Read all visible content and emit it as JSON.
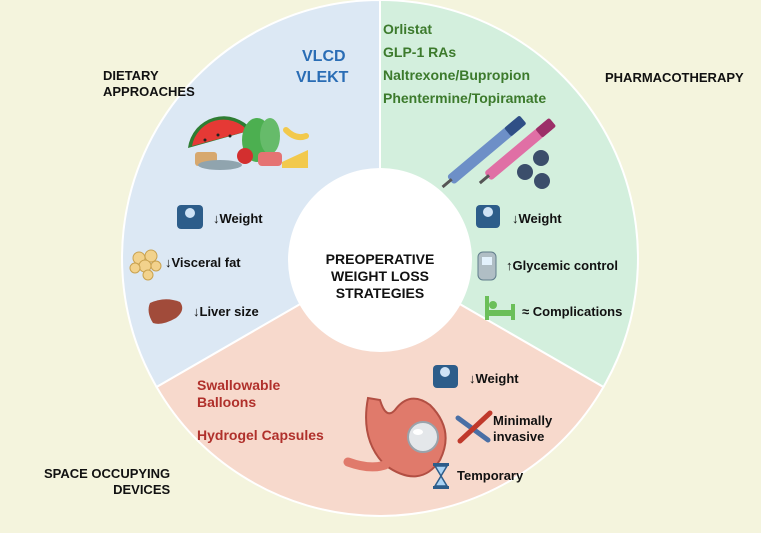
{
  "colors": {
    "background": "#f4f4dd",
    "dietary_fill": "#dce8f4",
    "pharma_fill": "#d3efdd",
    "devices_fill": "#f7d9cc",
    "ring_stroke": "#ffffff",
    "dietary_text": "#2a6db5",
    "pharma_text": "#3c7a2c",
    "devices_text": "#b0302b"
  },
  "center": {
    "line1": "PREOPERATIVE",
    "line2": "WEIGHT LOSS",
    "line3": "STRATEGIES"
  },
  "dietary": {
    "title_line1": "DIETARY",
    "title_line2": "APPROACHES",
    "diets": [
      "VLCD",
      "VLEKT"
    ],
    "effects": [
      {
        "icon": "scale-icon",
        "text": "↓Weight"
      },
      {
        "icon": "fat-cells-icon",
        "text": "↓Visceral fat"
      },
      {
        "icon": "liver-icon",
        "text": "↓Liver size"
      }
    ]
  },
  "pharmacotherapy": {
    "title": "PHARMACOTHERAPY",
    "drugs": [
      "Orlistat",
      "GLP-1 RAs",
      "Naltrexone/Bupropion",
      "Phentermine/Topiramate"
    ],
    "effects": [
      {
        "icon": "scale-icon",
        "text": "↓Weight"
      },
      {
        "icon": "glucometer-icon",
        "text": "↑Glycemic control"
      },
      {
        "icon": "hospital-bed-icon",
        "text": "≈ Complications"
      }
    ]
  },
  "devices": {
    "title_line1": "SPACE OCCUPYING",
    "title_line2": "DEVICES",
    "types_line1": "Swallowable",
    "types_line2": "Balloons",
    "type2": "Hydrogel Capsules",
    "effects": [
      {
        "icon": "scale-icon",
        "text": "↓Weight"
      },
      {
        "icon": "scalpel-crossed-icon",
        "text_line1": "Minimally",
        "text_line2": "invasive"
      },
      {
        "icon": "hourglass-icon",
        "text": "Temporary"
      }
    ]
  }
}
